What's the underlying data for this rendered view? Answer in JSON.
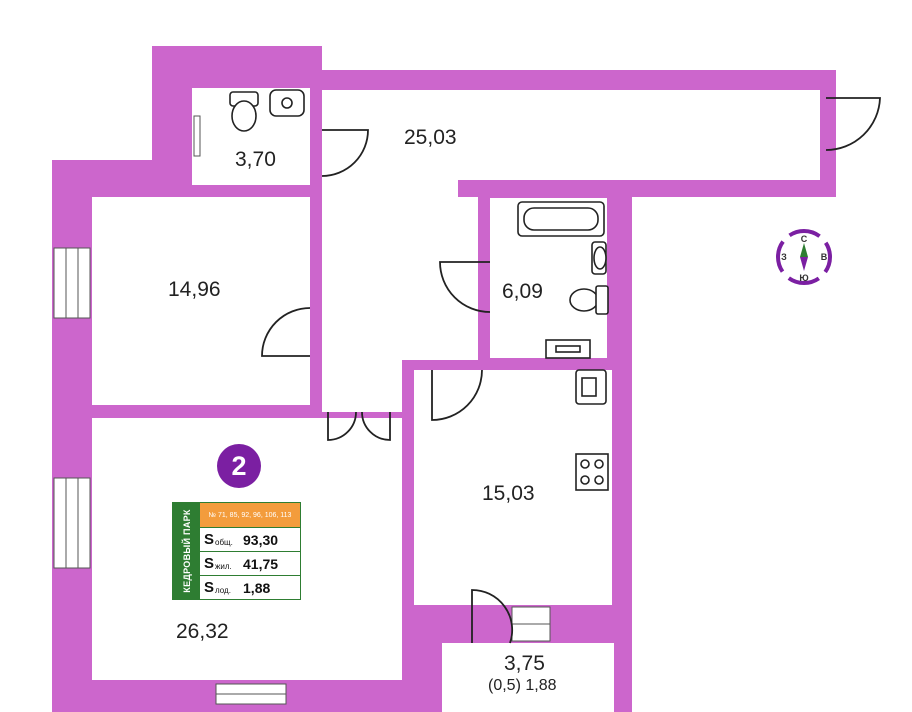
{
  "rooms": {
    "wc_area": "3,70",
    "hall_area": "25,03",
    "bedroom_area": "14,96",
    "bathroom_area": "6,09",
    "kitchen_area": "15,03",
    "living_area": "26,32",
    "loggia_area": "3,75",
    "loggia_note": "(0,5) 1,88"
  },
  "apartment": {
    "rooms_count": "2"
  },
  "legend": {
    "brand": "КЕДРОВЫЙ ПАРК",
    "apartment_numbers": "№ 71, 85, 92, 96, 106, 113",
    "rows": [
      {
        "symbol": "S",
        "sub": "общ.",
        "value": "93,30"
      },
      {
        "symbol": "S",
        "sub": "жил.",
        "value": "41,75"
      },
      {
        "symbol": "S",
        "sub": "лод.",
        "value": "1,88"
      }
    ]
  },
  "compass": {
    "north": "С",
    "south": "Ю",
    "west": "З",
    "east": "В"
  },
  "colors": {
    "wall": "#cc66cc",
    "accent": "#7b1fa2",
    "brand_green": "#2e7d32",
    "brand_orange": "#f39c3c"
  }
}
